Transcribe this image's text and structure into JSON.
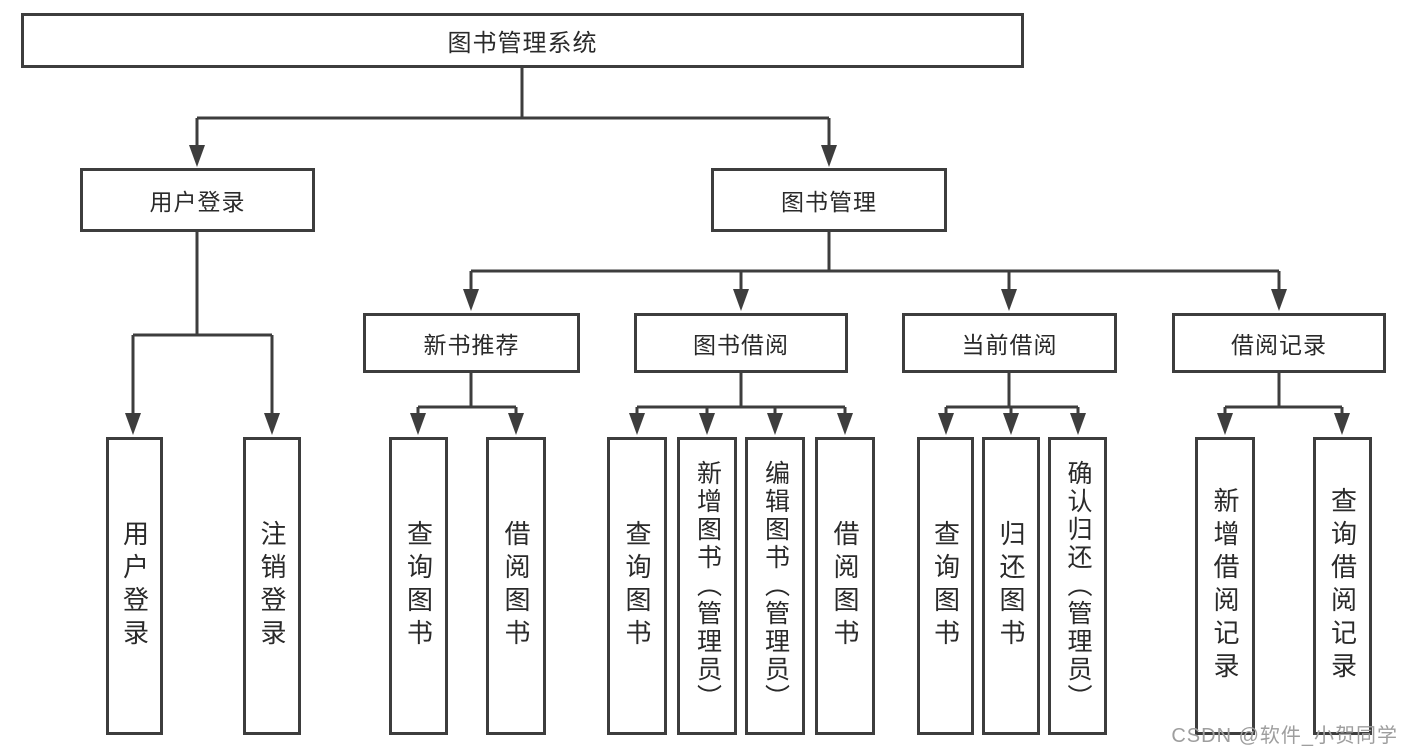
{
  "tree": {
    "root": {
      "label": "图书管理系统",
      "children": [
        {
          "label": "用户登录",
          "children": [
            {
              "label": "用户登录"
            },
            {
              "label": "注销登录"
            }
          ]
        },
        {
          "label": "图书管理",
          "children": [
            {
              "label": "新书推荐",
              "children": [
                {
                  "label": "查询图书"
                },
                {
                  "label": "借阅图书"
                }
              ]
            },
            {
              "label": "图书借阅",
              "children": [
                {
                  "label": "查询图书"
                },
                {
                  "label": "新增图书（管理员）"
                },
                {
                  "label": "编辑图书（管理员）"
                },
                {
                  "label": "借阅图书"
                }
              ]
            },
            {
              "label": "当前借阅",
              "children": [
                {
                  "label": "查询图书"
                },
                {
                  "label": "归还图书"
                },
                {
                  "label": "确认归还（管理员）"
                }
              ]
            },
            {
              "label": "借阅记录",
              "children": [
                {
                  "label": "新增借阅记录"
                },
                {
                  "label": "查询借阅记录"
                }
              ]
            }
          ]
        }
      ]
    }
  },
  "watermark": {
    "text": "CSDN @软件_小贺同学"
  },
  "colors": {
    "line": "#3d3d3d",
    "text": "#2a2a2a",
    "watermark_text": "#9e9e9e",
    "background": "#ffffff"
  }
}
